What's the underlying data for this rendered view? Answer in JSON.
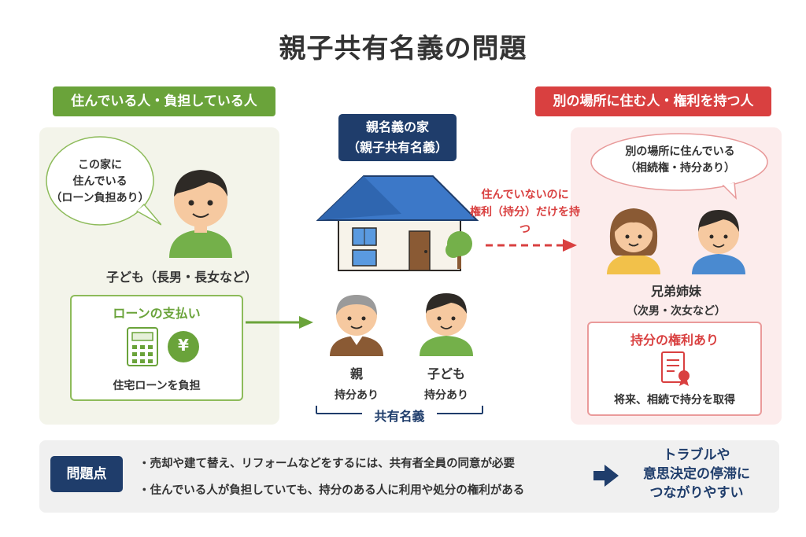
{
  "title": "親子共有名義の問題",
  "left": {
    "tag": "住んでいる人・負担している人",
    "bubble": [
      "この家に",
      "住んでいる",
      "（ローン負担あり）"
    ],
    "person_label": "子ども（長男・長女など）",
    "loan_box": {
      "title": "ローンの支払い",
      "yen_symbol": "¥",
      "caption": "住宅ローンを負担",
      "calculator_icon": "calculator-icon",
      "yen_icon": "yen-icon"
    }
  },
  "center": {
    "house_tag": [
      "親名義の家",
      "（親子共有名義）"
    ],
    "arrow_note": [
      "住んでいないのに",
      "権利（持分）だけを持つ"
    ],
    "owners": [
      {
        "name": "親",
        "share": "持分あり"
      },
      {
        "name": "子ども",
        "share": "持分あり"
      }
    ],
    "bracket_label": "共有名義"
  },
  "right": {
    "tag": "別の場所に住む人・権利を持つ人",
    "bubble": [
      "別の場所に住んでいる",
      "（相続権・持分あり）"
    ],
    "person_label": "兄弟姉妹",
    "person_sub": "（次男・次女など）",
    "share_box": {
      "title": "持分の権利あり",
      "caption": "将来、相続で持分を取得",
      "certificate_icon": "certificate-icon"
    }
  },
  "bottom": {
    "tag": "問題点",
    "bullets": [
      "・売却や建て替え、リフォームなどをするには、共有者全員の同意が必要",
      "・住んでいる人が負担していても、持分のある人に利用や処分の権利がある"
    ],
    "conclusion": [
      "トラブルや",
      "意思決定の停滞に",
      "つながりやすい"
    ]
  },
  "colors": {
    "green": "#6aa33a",
    "red": "#d94040",
    "navy": "#1f3d6b"
  }
}
